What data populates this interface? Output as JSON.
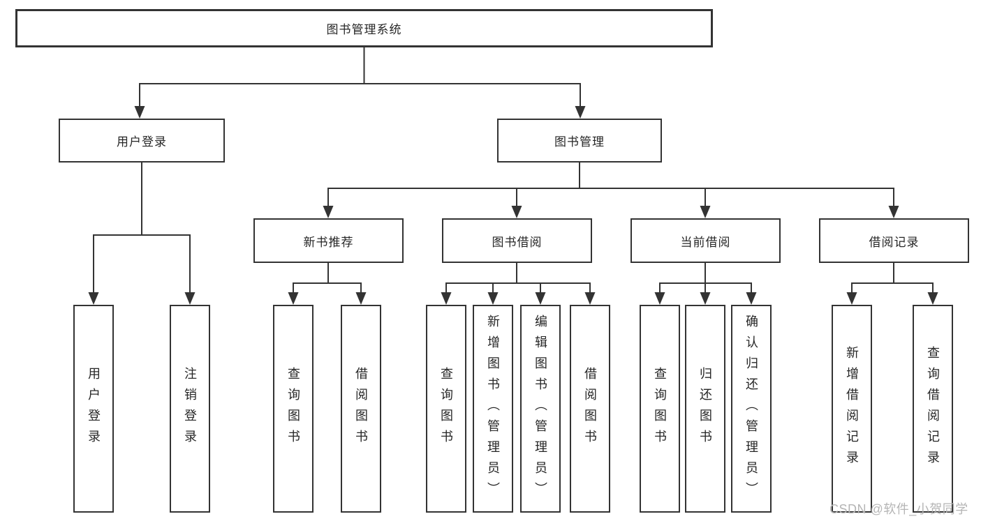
{
  "diagram": {
    "root": {
      "label": "图书管理系统"
    },
    "branches": [
      {
        "label": "用户登录",
        "leaves": [
          {
            "label": "用户登录"
          },
          {
            "label": "注销登录"
          }
        ]
      },
      {
        "label": "图书管理",
        "groups": [
          {
            "label": "新书推荐",
            "leaves": [
              {
                "label": "查询图书"
              },
              {
                "label": "借阅图书"
              }
            ]
          },
          {
            "label": "图书借阅",
            "leaves": [
              {
                "label": "查询图书"
              },
              {
                "label": "新增图书（管理员）"
              },
              {
                "label": "编辑图书（管理员）"
              },
              {
                "label": "借阅图书"
              }
            ]
          },
          {
            "label": "当前借阅",
            "leaves": [
              {
                "label": "查询图书"
              },
              {
                "label": "归还图书"
              },
              {
                "label": "确认归还（管理员）"
              }
            ]
          },
          {
            "label": "借阅记录",
            "leaves": [
              {
                "label": "新增借阅记录"
              },
              {
                "label": "查询借阅记录"
              }
            ]
          }
        ]
      }
    ]
  },
  "watermark": {
    "text": "CSDN @软件_小贺同学"
  },
  "colors": {
    "line": "#333333",
    "box_border": "#333333",
    "box_background": "#ffffff",
    "text": "#262626",
    "watermark": "#b5b5b5",
    "page_background": "#ffffff"
  }
}
